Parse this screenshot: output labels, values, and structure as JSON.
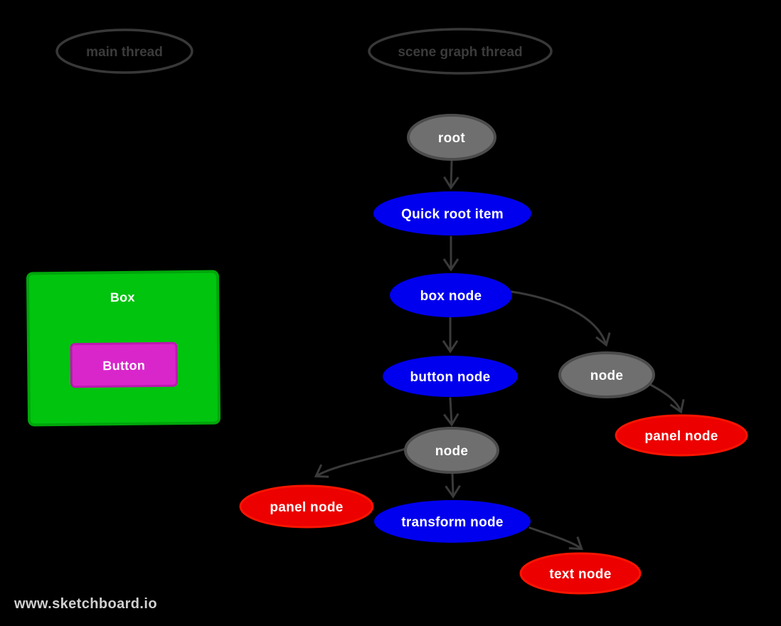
{
  "colors": {
    "background": "#000000",
    "edge": "#3A3A3A",
    "thread_outline": "#383838",
    "node_blue": "#0000EE",
    "node_red": "#EC0000",
    "node_red_border": "#FA1400",
    "node_gray": "#6F6F6F",
    "node_gray_border": "#4C4C4C",
    "box_green": "#00C40E",
    "box_green_border": "#00A60B",
    "button_magenta": "#D926CB",
    "button_magenta_border": "#BC17B0"
  },
  "threads": {
    "main": {
      "label": "main thread"
    },
    "scene_graph": {
      "label": "scene graph thread"
    }
  },
  "nodes": {
    "root": {
      "label": "root",
      "type": "gray"
    },
    "quick_root_item": {
      "label": "Quick root item",
      "type": "blue"
    },
    "box_node": {
      "label": "box node",
      "type": "blue"
    },
    "button_node": {
      "label": "button node",
      "type": "blue"
    },
    "node_right": {
      "label": "node",
      "type": "gray"
    },
    "panel_node_right": {
      "label": "panel node",
      "type": "red"
    },
    "node_lower": {
      "label": "node",
      "type": "gray"
    },
    "panel_node_left": {
      "label": "panel node",
      "type": "red"
    },
    "transform_node": {
      "label": "transform node",
      "type": "blue"
    },
    "text_node": {
      "label": "text node",
      "type": "red"
    }
  },
  "edges": [
    {
      "from": "root",
      "to": "quick_root_item"
    },
    {
      "from": "quick_root_item",
      "to": "box_node"
    },
    {
      "from": "box_node",
      "to": "button_node"
    },
    {
      "from": "box_node",
      "to": "node_right"
    },
    {
      "from": "node_right",
      "to": "panel_node_right"
    },
    {
      "from": "button_node",
      "to": "node_lower"
    },
    {
      "from": "node_lower",
      "to": "panel_node_left"
    },
    {
      "from": "node_lower",
      "to": "transform_node"
    },
    {
      "from": "transform_node",
      "to": "text_node"
    }
  ],
  "ui_preview": {
    "box_label": "Box",
    "button_label": "Button"
  },
  "watermark": "www.sketchboard.io"
}
